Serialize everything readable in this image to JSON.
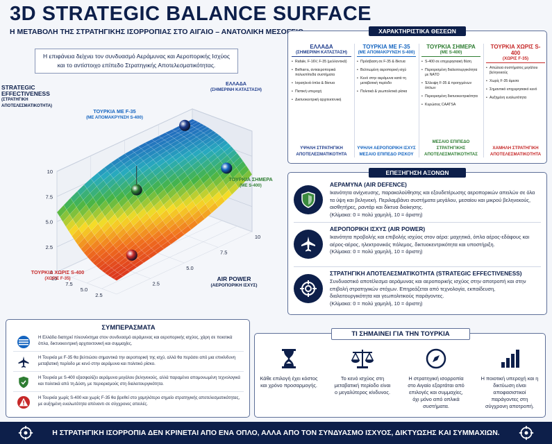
{
  "header": {
    "title": "3D STRATEGIC BALANCE SURFACE",
    "subtitle": "Η ΜΕΤΑΒΟΛΗ ΤΗΣ ΣΤΡΑΤΗΓΙΚΗΣ ΙΣΟΡΡΟΠΙΑΣ ΣΤΟ ΑΙΓΑΙΟ – ΑΝΑΤΟΛΙΚΗ ΜΕΣΟΓΕΙΟ",
    "intro": "Η επιφάνεια δείχνει τον συνδυασμό Αεράμυνας και Αεροπορικής Ισχύος και το αντίστοιχο επίπεδο Στρατηγικής Αποτελεσματικότητας."
  },
  "chart_data": {
    "type": "surface",
    "zlabel": "STRATEGIC EFFECTIVENESS",
    "zlabel_sub": "(ΣΤΡΑΤΗΓΙΚΗ ΑΠΟΤΕΛΕΣΜΑΤΙΚΟΤΗΤΑ)",
    "xlabel": "AIR POWER",
    "xlabel_sub": "(ΑΕΡΟΠΟΡΙΚΗ ΙΣΧΥΣ)",
    "z_ticks": [
      "0",
      "2.5",
      "5.0",
      "7.5",
      "10"
    ],
    "x_ticks": [
      "2.5",
      "5.0",
      "7.5",
      "10"
    ],
    "y_ticks": [
      "2.5",
      "5.0",
      "7.5",
      "10"
    ],
    "xlim": [
      0,
      10
    ],
    "ylim": [
      0,
      10
    ],
    "zlim": [
      0,
      10
    ],
    "points": [
      {
        "label": "ΕΛΛΑΔΑ",
        "sub": "(ΣΗΜΕΡΙΝΗ ΚΑΤΑΣΤΑΣΗ)",
        "x": 9,
        "y": 9,
        "z": 9.2,
        "color": "#1e3c8c"
      },
      {
        "label": "ΤΟΥΡΚΙΑ ΜΕ F-35",
        "sub": "(ΜΕ ΑΠΟΜΑΚΡΥΝΣΗ S-400)",
        "x": 9,
        "y": 2,
        "z": 6.5,
        "color": "#1565c0"
      },
      {
        "label": "ΤΟΥΡΚΙΑ ΣΗΜΕΡΑ",
        "sub": "(ΜΕ S-400)",
        "x": 5,
        "y": 8,
        "z": 5.5,
        "color": "#2e7d32"
      },
      {
        "label": "ΤΟΥΡΚΙΑ ΧΩΡΙΣ S-400",
        "sub": "(ΧΩΡΙΣ F-35)",
        "x": 2,
        "y": 2,
        "z": 2.2,
        "color": "#c62828"
      }
    ]
  },
  "positions": {
    "head": "ΧΑΡΑΚΤΗΡΙΣΤΙΚΑ ΘΕΣΕΩΝ",
    "cols": [
      {
        "title": "ΕΛΛΑΔΑ",
        "sub": "(ΣΗΜΕΡΙΝΗ ΚΑΤΑΣΤΑΣΗ)",
        "color": "#1e3c8c",
        "items": [
          "Rafale, F-16V, F-35 (μελλοντικά)",
          "Belharra, αντιαεροπορικά πολυεπίπεδα συστήματα",
          "Ισραηλινά όπλα & δίκτυα",
          "Πιστική υπεροχή",
          "Δικτυοκεντρική αρχιτεκτονική"
        ],
        "foot": "ΥΨΗΛΗ ΣΤΡΑΤΗΓΙΚΗ ΑΠΟΤΕΛΕΣΜΑΤΙΚΟΤΗΤΑ"
      },
      {
        "title": "ΤΟΥΡΚΙΑ ΜΕ F-35",
        "sub": "(ΜΕ ΑΠΟΜΑΚΡΥΝΣΗ S-400)",
        "color": "#1565c0",
        "items": [
          "Πρόσβαση σε F-35 & δίκτυα",
          "Βελτιωμένη αεροπορική ισχύ",
          "Κενό στην αεράμυνα κατά τη μεταβατική περίοδο",
          "Πολιτικά & γεωπολιτικά ρίσκα"
        ],
        "foot": "ΥΨΗΛΗ ΑΕΡΟΠΟΡΙΚΗ ΙΣΧΥΣ ΜΕΣΑΙΟ ΕΠΙΠΕΔΟ ΡΙΣΚΟΥ"
      },
      {
        "title": "ΤΟΥΡΚΙΑ ΣΗΜΕΡΑ",
        "sub": "(ΜΕ S-400)",
        "color": "#2e7d32",
        "items": [
          "S-400 σε επιχειρησιακή θέση",
          "Περιορισμένη διαλειτουργικότητα με ΝΑΤΟ",
          "Έλλειψη F-35 & προηγμένων όπλων",
          "Περιορισμένη δικτυοκεντρικότητα",
          "Κυρώσεις CAATSA"
        ],
        "foot": "ΜΕΣΑΙΟ ΕΠΙΠΕΔΟ ΣΤΡΑΤΗΓΙΚΗΣ ΑΠΟΤΕΛΕΣΜΑΤΙΚΟΤΗΤΑΣ"
      },
      {
        "title": "ΤΟΥΡΚΙΑ ΧΩΡΙΣ S-400",
        "sub": "(ΧΩΡΙΣ F-35)",
        "color": "#c62828",
        "items": [
          "Απώλεια συστήματος μεγάλου βεληνεκούς",
          "Χωρίς F-35 άμεσα",
          "Σημαντικό επιχειρησιακό κενό",
          "Αυξημένη ευαλωτότητα"
        ],
        "foot": "ΧΑΜΗΛΗ ΣΤΡΑΤΗΓΙΚΗ ΑΠΟΤΕΛΕΣΜΑΤΙΚΟΤΗΤΑ"
      }
    ]
  },
  "axes_expl": {
    "head": "ΕΠΕΞΗΓΗΣΗ ΑΞΟΝΩΝ",
    "rows": [
      {
        "icon": "shield-icon",
        "title": "ΑΕΡΑΜΥΝΑ (AIR DEFENCE)",
        "text": "Ικανότητα ανίχνευσης, παρακολούθησης και εξουδετέρωσης αεροπορικών απειλών σε όλα τα ύψη και βεληνεκή. Περιλαμβάνει συστήματα μεγάλου, μεσαίου και μικρού βεληνεκούς, αισθητήρες, ραντάρ και δίκτυα διοίκησης.",
        "scale": "(Κλίμακα: 0 = πολύ χαμηλή, 10 = άριστη)"
      },
      {
        "icon": "jet-icon",
        "title": "ΑΕΡΟΠΟΡΙΚΗ ΙΣΧΥΣ (AIR POWER)",
        "text": "Ικανότητα προβολής και επιβολής ισχύος στον αέρα: μαχητικά, όπλα αέρος-εδάφους και αέρος-αέρος, ηλεκτρονικός πόλεμος, δικτυοκεντρικότητα και υποστήριξη.",
        "scale": "(Κλίμακα: 0 = πολύ χαμηλή, 10 = άριστη)"
      },
      {
        "icon": "target-icon",
        "title": "ΣΤΡΑΤΗΓΙΚΗ ΑΠΟΤΕΛΕΣΜΑΤΙΚΟΤΗΤΑ (STRATEGIC EFFECTIVENESS)",
        "text": "Συνδυαστικό αποτέλεσμα αεράμυνας και αεροπορικής ισχύος στην αποτροπή και στην επιβολή στρατηγικών στόχων. Επηρεάζεται από τεχνολογία, εκπαίδευση, διαλειτουργικότητα και γεωπολιτικούς παράγοντες.",
        "scale": "(Κλίμακα: 0 = πολύ χαμηλή, 10 = άριστη)"
      }
    ]
  },
  "conclusions": {
    "head": "ΣΥΜΠΕΡΑΣΜΑΤΑ",
    "rows": [
      {
        "icon": "greek-flag-icon",
        "text": "Η Ελλάδα διατηρεί πλεονέκτημα στον συνδυασμό αεράμυνας και αεροπορικής ισχύος, χάρη σε ποιοτικά όπλα, δικτυοκεντρική αρχιτεκτονική και συμμαχίες."
      },
      {
        "icon": "jet-icon",
        "text": "Η Τουρκία με F-35 θα βελτιώσει σημαντικά την αεροπορική της ισχύ, αλλά θα περάσει από μια επικίνδυνη μεταβατική περίοδο με κενό στην αεράμυνα και πολιτικό ρίσκο."
      },
      {
        "icon": "shield-icon",
        "text": "Η Τουρκία με S-400 εξασφαλίζει αεράμυνα μεγάλου βεληνεκούς, αλλά παραμένει απομονωμένη τεχνολογικά και πολιτικά από τη Δύση, με περιορισμούς στη διαλειτουργικότητα."
      },
      {
        "icon": "warning-icon",
        "text": "Η Τουρκία χωρίς S-400 και χωρίς F-35 θα βρεθεί στο χαμηλότερο σημείο στρατηγικής αποτελεσματικότητας, με αυξημένη ευαλωτότητα απέναντι σε σύγχρονες απειλές."
      }
    ]
  },
  "turkey": {
    "head": "ΤΙ ΣΗΜΑΙΝΕΙ ΓΙΑ ΤΗΝ ΤΟΥΡΚΙΑ",
    "items": [
      {
        "icon": "hourglass-icon",
        "text": "Κάθε επιλογή έχει κόστος και χρόνο προσαρμογής."
      },
      {
        "icon": "scales-icon",
        "text": "Το κενό ισχύος στη μεταβατική περίοδο είναι ο μεγαλύτερος κίνδυνος."
      },
      {
        "icon": "compass-icon",
        "text": "Η στρατηγική ισορροπία στο Αιγαίο εξαρτάται από επιλογές και συμμαχίες, όχι μόνο από οπλικά συστήματα."
      },
      {
        "icon": "bar-chart-icon",
        "text": "Η ποιοτική υπεροχή και η δικτύωση είναι αποφασιστικοί παράγοντες στη σύγχρονη αποτροπή."
      }
    ]
  },
  "footer": {
    "text": "Η ΣΤΡΑΤΗΓΙΚΗ ΙΣΟΡΡΟΠΙΑ ΔΕΝ ΚΡΙΝΕΤΑΙ ΑΠΟ ΕΝΑ ΟΠΛΟ, ΑΛΛΑ ΑΠΟ ΤΟΝ ΣΥΝΔΥΑΣΜΟ ΙΣΧΥΟΣ, ΔΙΚΤΥΩΣΗΣ ΚΑΙ ΣΥΜΜΑΧΙΩΝ."
  }
}
